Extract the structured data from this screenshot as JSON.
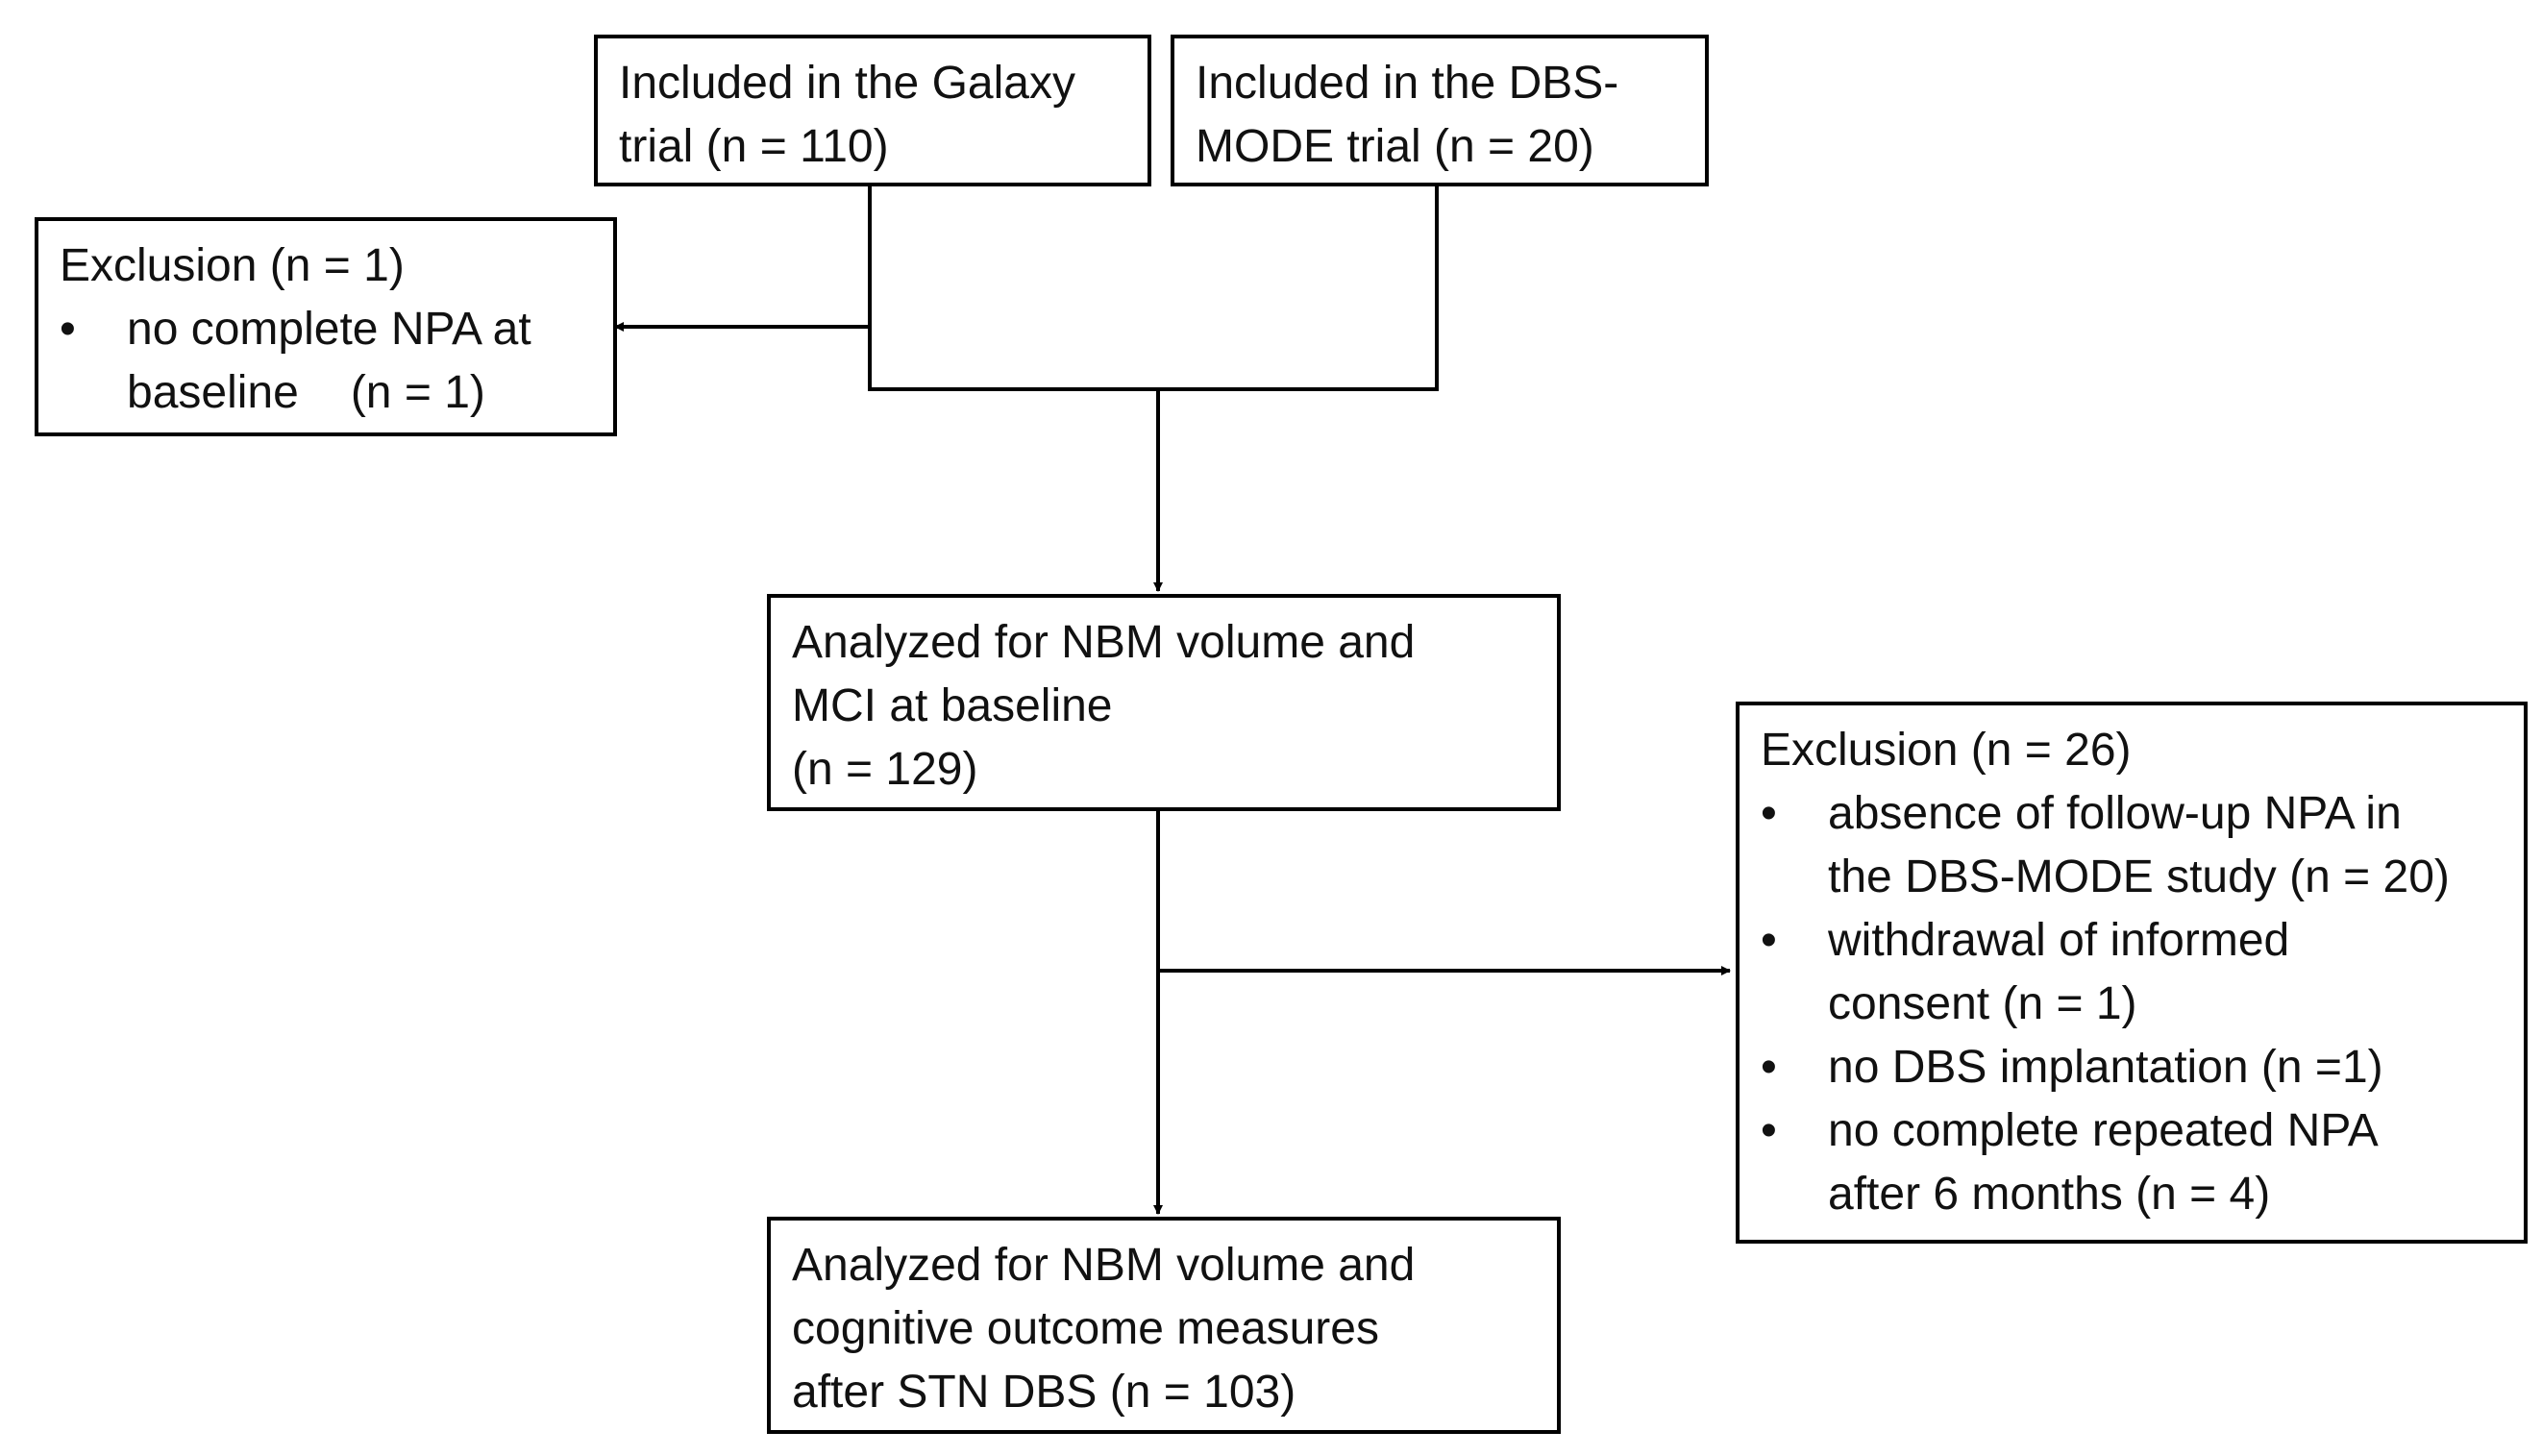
{
  "boxes": {
    "galaxy": {
      "lines": [
        "Included in the Galaxy",
        "trial (n = 110)"
      ]
    },
    "dbs_mode": {
      "lines": [
        "Included in the DBS-",
        "MODE trial (n = 20)"
      ]
    },
    "exclusion_1": {
      "title": "Exclusion (n = 1)",
      "items": [
        {
          "lines": [
            "no complete NPA at",
            "baseline",
            "(n = 1)"
          ]
        }
      ]
    },
    "baseline": {
      "lines": [
        "Analyzed for NBM volume and",
        "MCI at baseline",
        "(n = 129)"
      ]
    },
    "exclusion_26": {
      "title": "Exclusion (n = 26)",
      "items": [
        {
          "lines": [
            "absence of follow-up NPA in",
            "the DBS-MODE study (n = 20)"
          ]
        },
        {
          "lines": [
            "withdrawal of informed",
            "consent (n = 1)"
          ]
        },
        {
          "lines": [
            "no DBS implantation (n =1)"
          ]
        },
        {
          "lines": [
            "no complete repeated NPA",
            "after 6 months (n = 4)"
          ]
        }
      ]
    },
    "final": {
      "lines": [
        "Analyzed for NBM volume and",
        "cognitive outcome measures",
        "after STN DBS (n = 103)"
      ]
    }
  }
}
